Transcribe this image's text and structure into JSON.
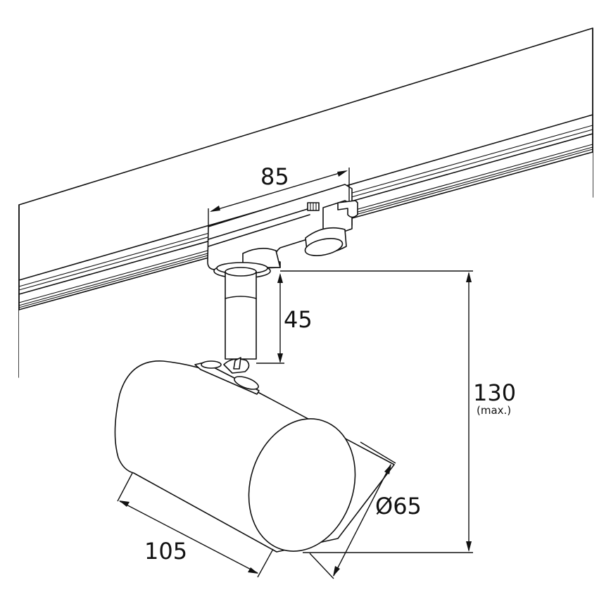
{
  "drawing": {
    "subject": "track spotlight with 3-phase adapter",
    "colors": {
      "line": "#111111",
      "background": "#ffffff"
    },
    "dimensions": {
      "adapter_length": {
        "value": "85"
      },
      "stem_height": {
        "value": "45"
      },
      "total_height": {
        "value": "130",
        "note": "(max.)"
      },
      "body_length": {
        "value": "105"
      },
      "body_diameter": {
        "value": "Ø65"
      }
    }
  }
}
